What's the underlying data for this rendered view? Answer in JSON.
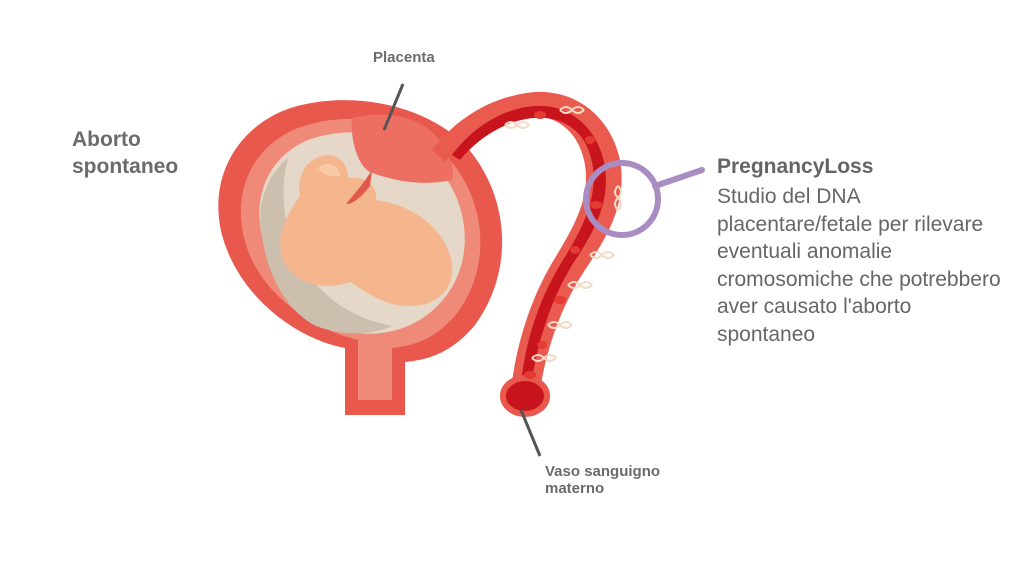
{
  "title": "Aborto spontaneo",
  "labels": {
    "placenta": "Placenta",
    "vessel": "Vaso sanguigno materno"
  },
  "callout": {
    "brand": "PregnancyLoss",
    "description": "Studio del DNA placentare/fetale per rilevare eventuali anomalie cromosomiche che potrebbero aver causato l'aborto spontaneo"
  },
  "colors": {
    "uterus_outer": "#e8584c",
    "uterus_wall": "#f08a78",
    "uterine_cavity": "#e5d8c8",
    "fetus": "#f6b68d",
    "placenta": "#ec6f62",
    "vessel_wall": "#ea5b4f",
    "vessel_lumen": "#c8141c",
    "magnifier_ring": "#a98cc1",
    "leader_lines": "#555555"
  }
}
